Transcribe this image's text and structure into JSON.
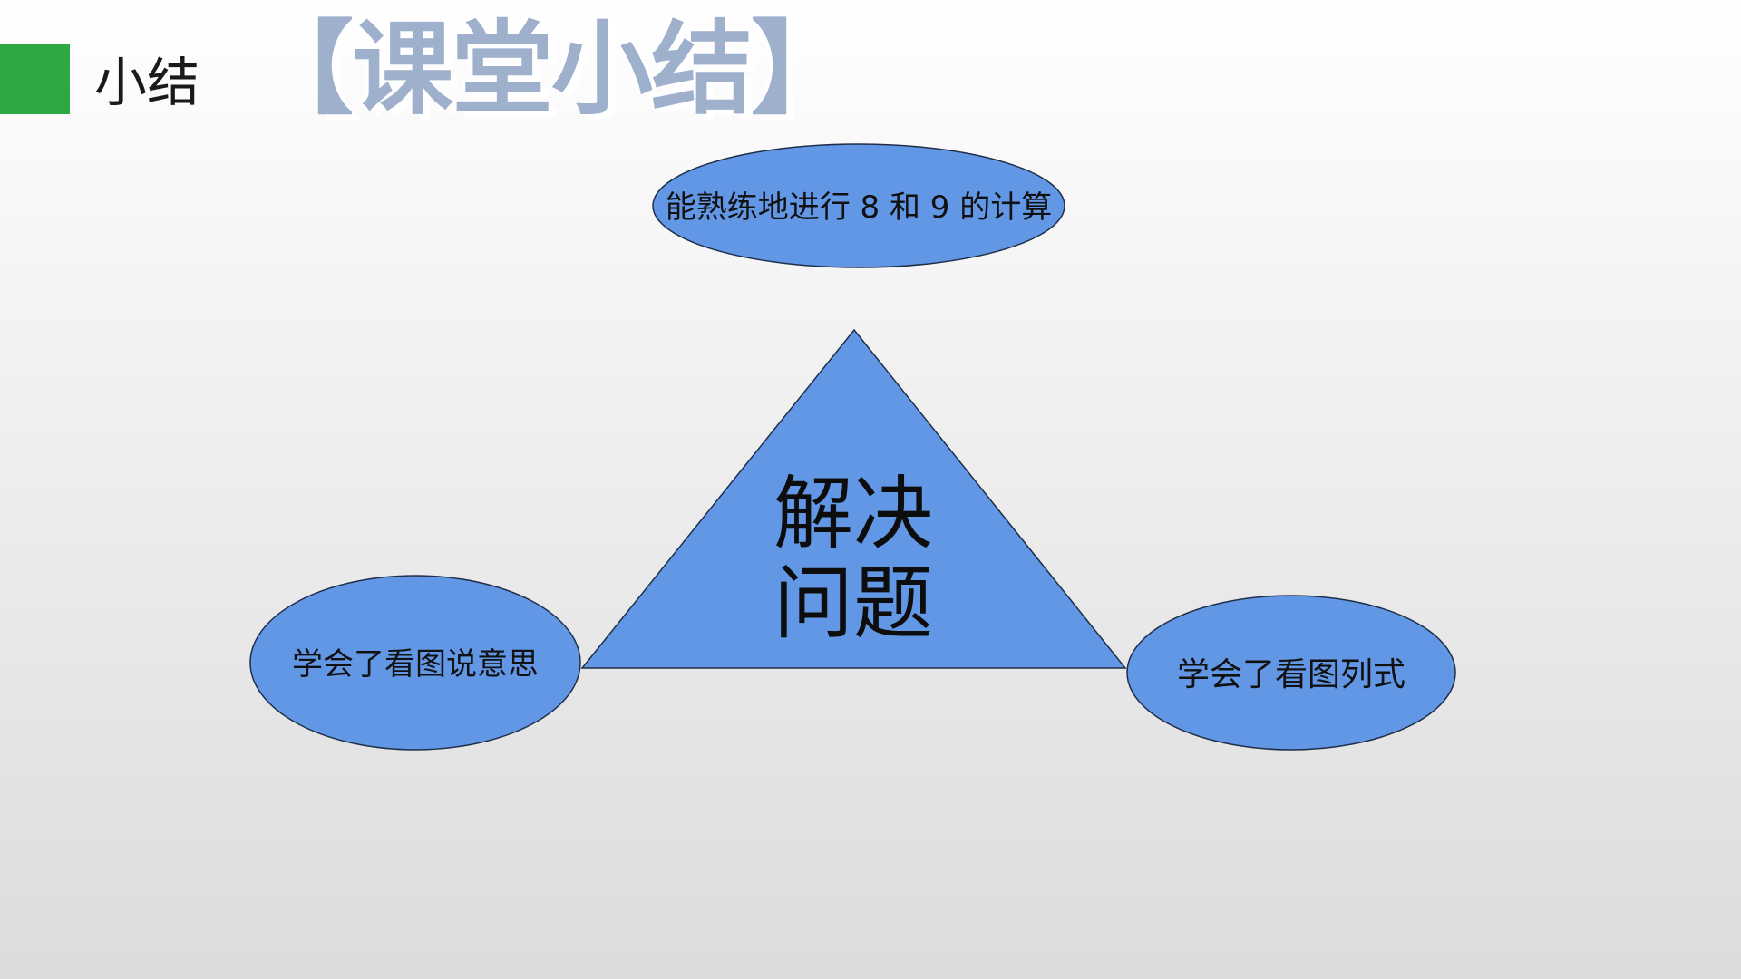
{
  "header": {
    "section_label": "小结",
    "title": "【课堂小结】"
  },
  "diagram": {
    "center": {
      "line1": "解决",
      "line2": "问题"
    },
    "top_node": "能熟练地进行 8 和 9 的计算",
    "left_node": "学会了看图说意思",
    "right_node": "学会了看图列式"
  },
  "colors": {
    "accent_green": "#2ea842",
    "shape_blue": "#6297e6",
    "title_blue_gray": "#9eb0cc"
  }
}
